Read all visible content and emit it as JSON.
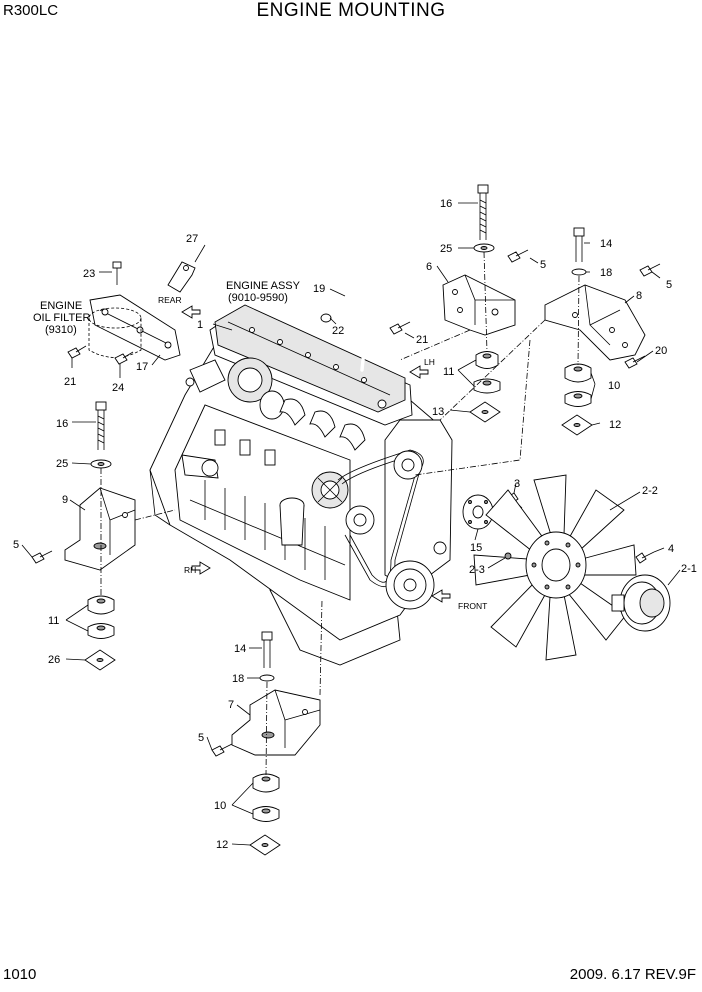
{
  "header": {
    "model": "R300LC",
    "title": "ENGINE MOUNTING"
  },
  "footer": {
    "page": "1010",
    "date_rev": "2009. 6.17  REV.9F"
  },
  "annotations": {
    "engine_assy": "ENGINE ASSY",
    "engine_assy_no": "(9010-9590)",
    "oil_filter_1": "ENGINE",
    "oil_filter_2": "OIL FILTER",
    "oil_filter_no": "(9310)",
    "rear": "REAR",
    "front": "FRONT",
    "rh": "RH",
    "lh": "LH"
  },
  "callouts": {
    "c27": "27",
    "c23": "23",
    "c1": "1",
    "c19": "19",
    "c22": "22",
    "c21a": "21",
    "c21b": "21",
    "c17": "17",
    "c24": "24",
    "c16a": "16",
    "c25a": "25",
    "c6": "6",
    "c5a": "5",
    "c14a": "14",
    "c18a": "18",
    "c5b": "5",
    "c8": "8",
    "c11a": "11",
    "c13": "13",
    "c20": "20",
    "c10a": "10",
    "c12a": "12",
    "c16b": "16",
    "c25b": "25",
    "c9": "9",
    "c5c": "5",
    "c11b": "11",
    "c26": "26",
    "c3": "3",
    "c2_2": "2-2",
    "c15": "15",
    "c2_3": "2-3",
    "c4": "4",
    "c2_1": "2-1",
    "c14b": "14",
    "c18b": "18",
    "c7": "7",
    "c5d": "5",
    "c10b": "10",
    "c12b": "12"
  }
}
